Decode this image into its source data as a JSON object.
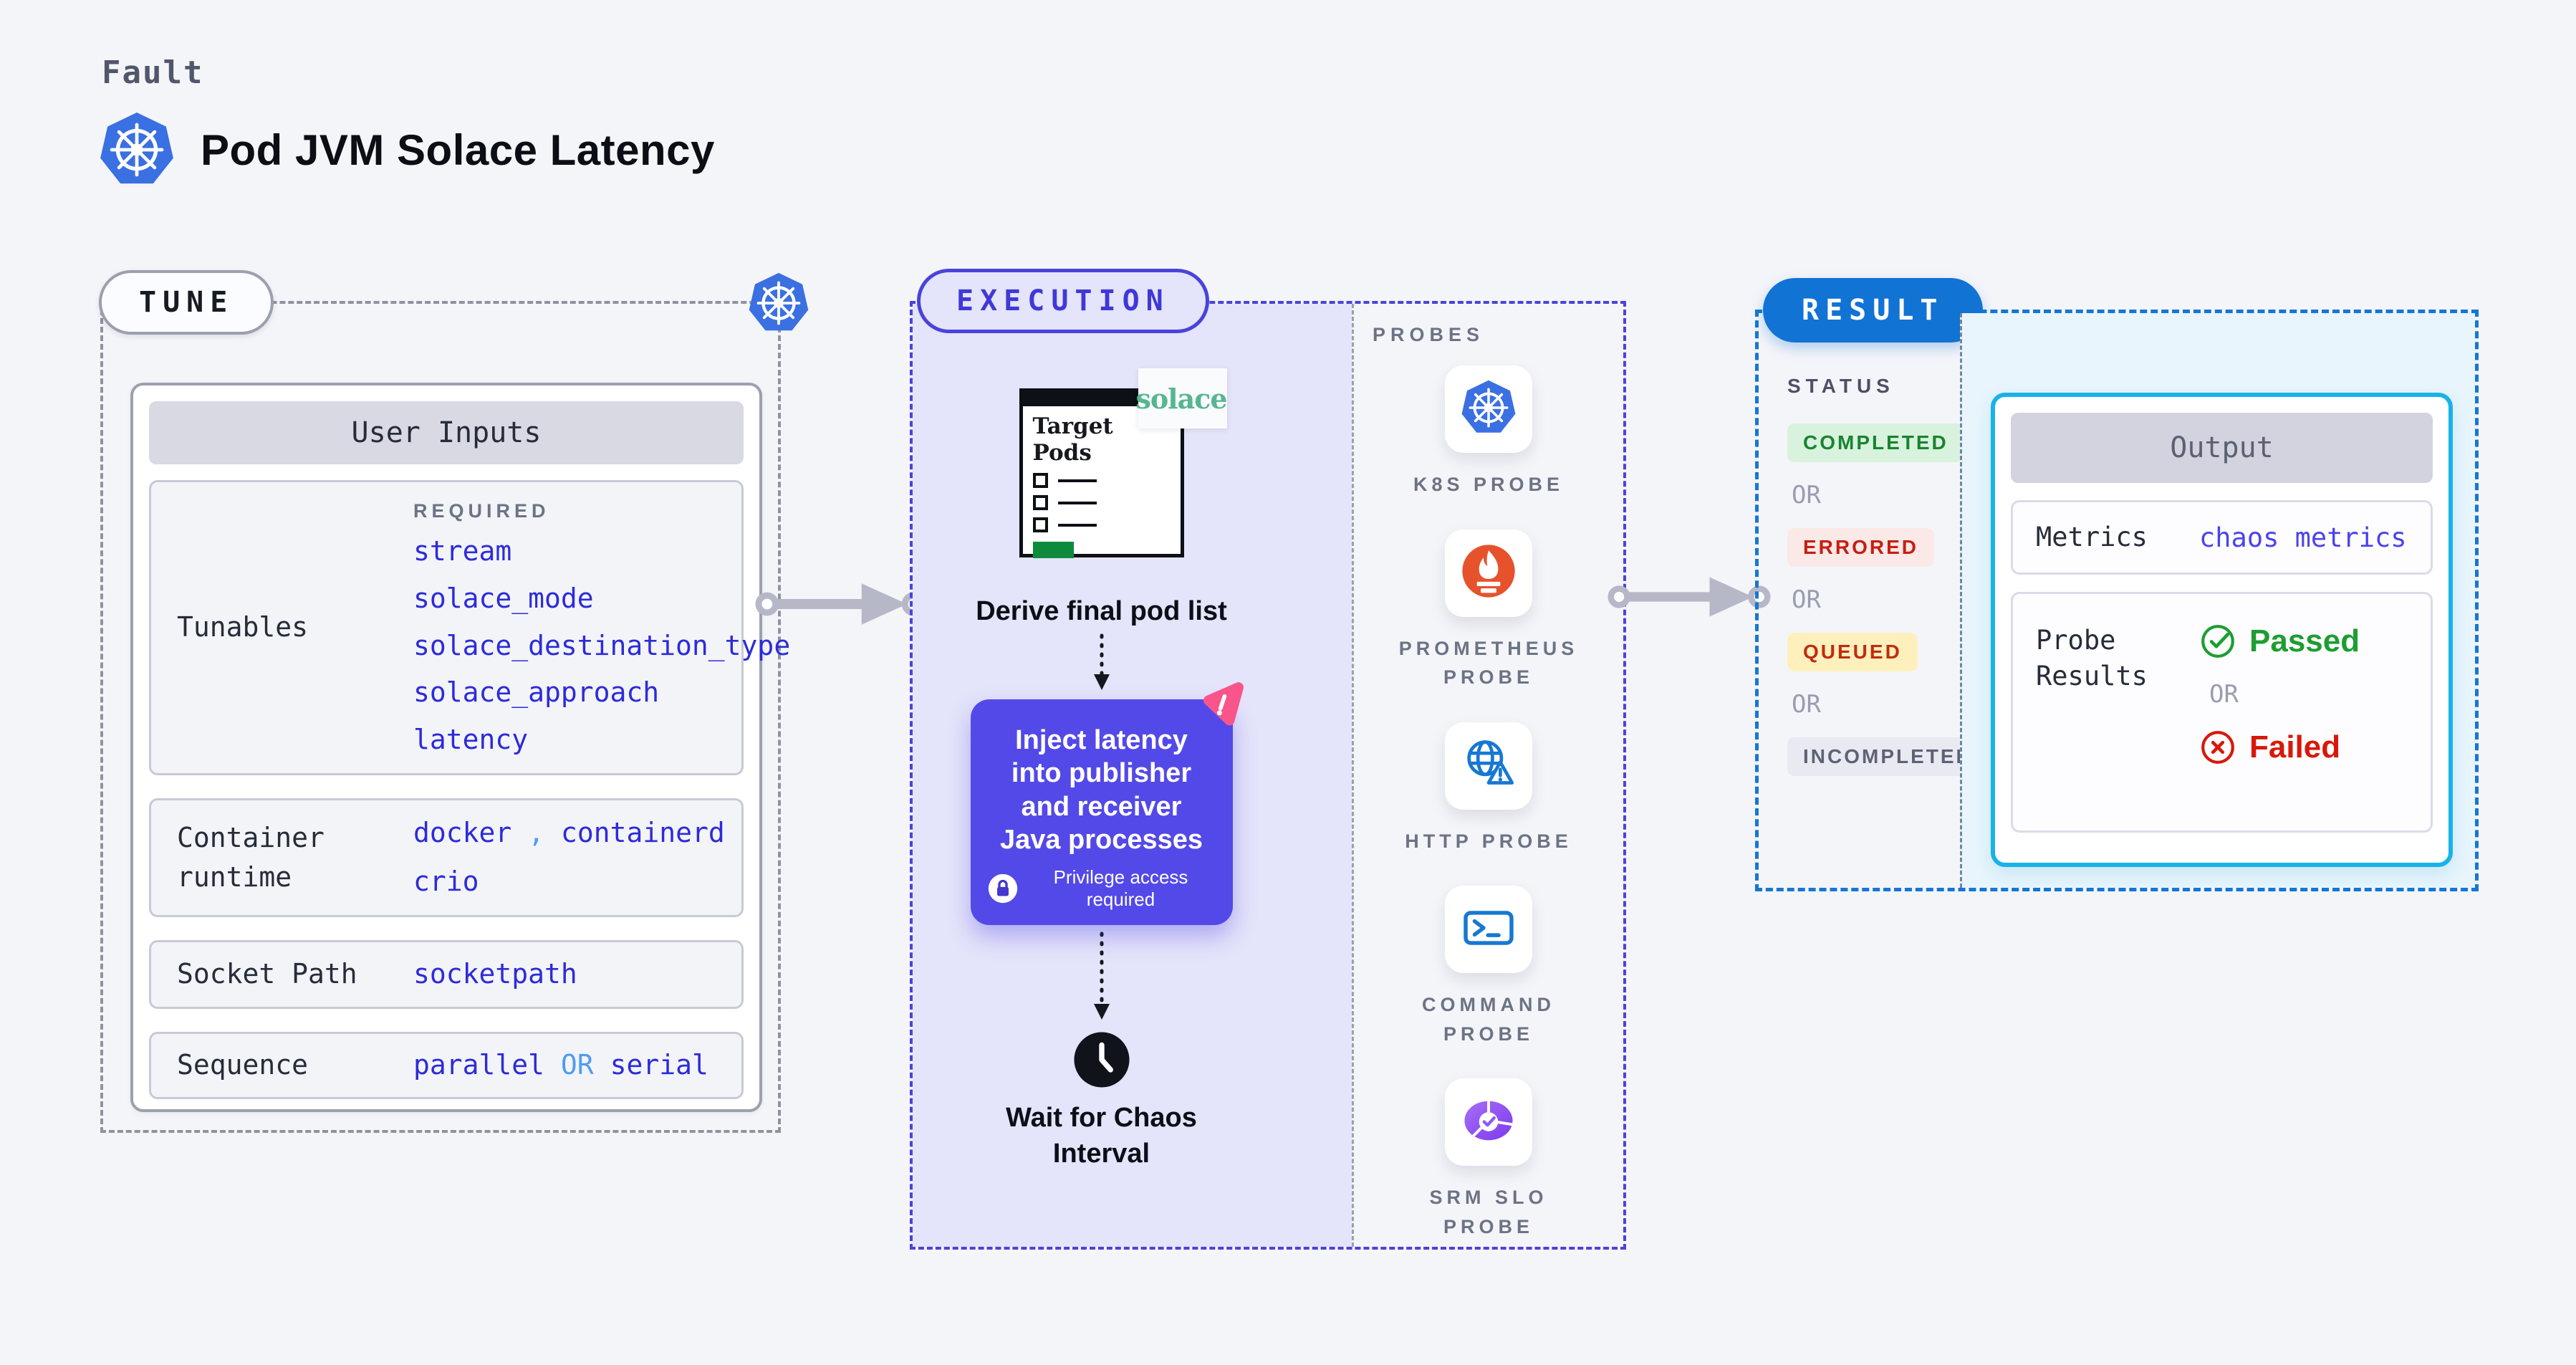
{
  "colors": {
    "page_bg": "#f4f5f9",
    "tune_border": "#8e939f",
    "execution_accent": "#4a43d9",
    "execution_bg": "#e4e4fa",
    "inject_box_bg": "#5349e8",
    "result_accent": "#1173d4",
    "result_bg": "#e8f5fc",
    "output_border": "#18b2e9",
    "value_blue": "#2d2bd9",
    "value_light_blue": "#4f9df0",
    "completed": {
      "fg": "#188430",
      "bg": "#d9f2dd"
    },
    "errored": {
      "fg": "#c51f12",
      "bg": "#fbe9e7"
    },
    "queued": {
      "fg": "#c22b10",
      "bg": "#fdf0bc"
    },
    "incompleted": {
      "fg": "#5d6277",
      "bg": "#e9eaf1"
    },
    "passed_green": "#1d9d32",
    "failed_red": "#d8180a",
    "solace_green": "#56b692",
    "litmus_pink": "#f9558a",
    "kubernetes_blue": "#3a70e2",
    "prometheus_orange": "#e6522c"
  },
  "header": {
    "kicker": "Fault",
    "title": "Pod JVM Solace Latency"
  },
  "tune": {
    "badge": "TUNE",
    "user_inputs_title": "User Inputs",
    "required_tag": "REQUIRED",
    "tunables_label": "Tunables",
    "tunables_values": [
      "stream",
      "solace_mode",
      "solace_destination_type",
      "solace_approach",
      "latency"
    ],
    "container_runtime_label": "Container runtime",
    "container_runtime_v1": "docker",
    "container_runtime_sep": ",",
    "container_runtime_v2": "containerd",
    "container_runtime_v3": "crio",
    "socket_path_label": "Socket Path",
    "socket_path_value": "socketpath",
    "sequence_label": "Sequence",
    "sequence_v1": "parallel",
    "sequence_or": "OR",
    "sequence_v2": "serial"
  },
  "execution": {
    "badge": "EXECUTION",
    "target_pods_title": "Target Pods",
    "solace_logo_text": "solace",
    "derive_label": "Derive final pod list",
    "inject_text": "Inject latency into publisher and receiver Java processes",
    "privilege_text": "Privilege access required",
    "wait_label": "Wait for Chaos Interval"
  },
  "probes": {
    "label": "PROBES",
    "items": [
      {
        "label": "K8S PROBE",
        "icon": "kubernetes-icon"
      },
      {
        "label": "PROMETHEUS PROBE",
        "icon": "prometheus-icon"
      },
      {
        "label": "HTTP PROBE",
        "icon": "globe-warning-icon"
      },
      {
        "label": "COMMAND PROBE",
        "icon": "terminal-icon"
      },
      {
        "label": "SRM SLO PROBE",
        "icon": "slo-pie-check-icon"
      }
    ]
  },
  "result": {
    "badge": "RESULT",
    "status_label": "STATUS",
    "or_text": "OR",
    "statuses": [
      {
        "label": "COMPLETED"
      },
      {
        "label": "ERRORED"
      },
      {
        "label": "QUEUED"
      },
      {
        "label": "INCOMPLETED"
      }
    ],
    "output": {
      "title": "Output",
      "metrics_label": "Metrics",
      "metrics_value": "chaos metrics",
      "probe_results_label": "Probe Results",
      "passed_label": "Passed",
      "or_text": "OR",
      "failed_label": "Failed"
    }
  }
}
